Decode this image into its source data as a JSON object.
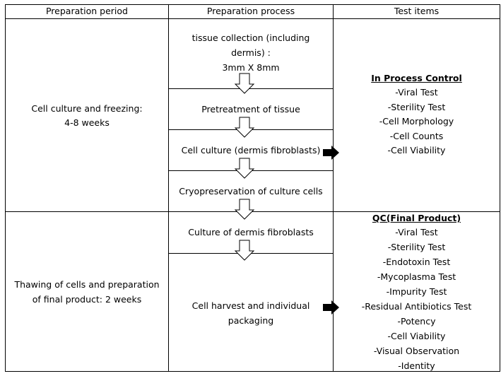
{
  "header": {
    "col1": "Preparation period",
    "col2": "Preparation process",
    "col3": "Test items"
  },
  "periods": {
    "first": [
      "Cell culture and freezing:",
      "4-8 weeks"
    ],
    "second": [
      "Thawing of cells and preparation",
      "of final product: 2 weeks"
    ]
  },
  "process": {
    "step1": [
      "tissue collection (including",
      "dermis) :",
      "3mm X 8mm"
    ],
    "step2": "Pretreatment of tissue",
    "step3": "Cell culture (dermis fibroblasts)",
    "step4": "Cryopreservation of culture cells",
    "step5": "Culture of dermis fibroblasts",
    "step6": [
      "Cell harvest and individual",
      "packaging"
    ]
  },
  "tests": {
    "ipc_title": "In Process Control",
    "ipc_items": [
      "-Viral Test",
      "-Sterility Test",
      "-Cell Morphology",
      "-Cell Counts",
      "-Cell Viability"
    ],
    "qc_title": "QC(Final Product)",
    "qc_items": [
      "-Viral Test",
      "-Sterility Test",
      "-Endotoxin Test",
      "-Mycoplasma Test",
      "-Impurity Test",
      "-Residual Antibiotics Test",
      "-Potency",
      "-Cell Viability",
      "-Visual Observation",
      "-Identity"
    ]
  }
}
